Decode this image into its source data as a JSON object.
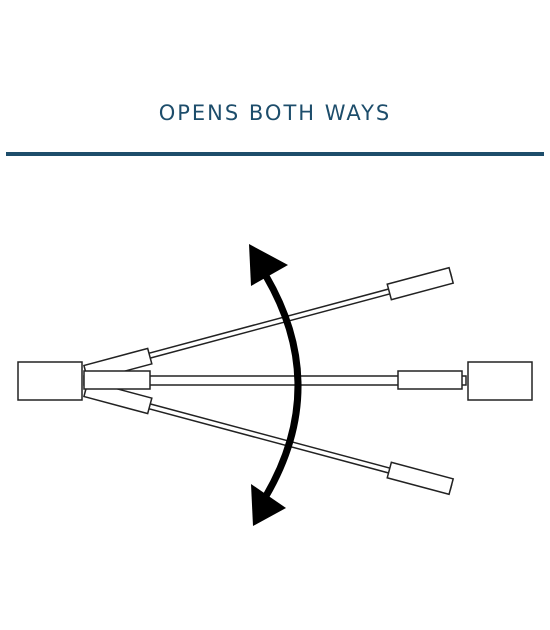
{
  "heading": {
    "text": "OPENS BOTH WAYS",
    "color": "#1d4d6b"
  },
  "divider": {
    "color": "#1d4d6b"
  },
  "diagram": {
    "line_color": "#222222",
    "arrow_color": "#000000",
    "fill_color": "#ffffff",
    "icons": [
      "door-frame",
      "door-leaf",
      "double-headed-curved-arrow"
    ]
  }
}
